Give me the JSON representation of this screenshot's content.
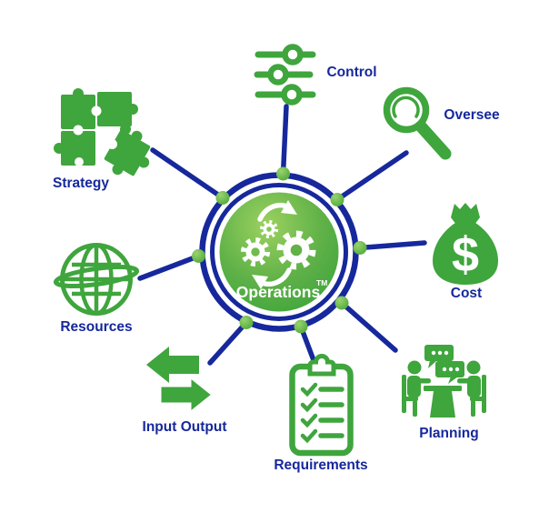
{
  "diagram": {
    "center": {
      "label": "Operations",
      "trademark": "TM",
      "icon": "gears-cycle-icon"
    },
    "nodes": [
      {
        "id": "control",
        "label": "Control",
        "icon": "sliders-icon"
      },
      {
        "id": "oversee",
        "label": "Oversee",
        "icon": "magnifier-icon"
      },
      {
        "id": "cost",
        "label": "Cost",
        "icon": "money-bag-icon",
        "currency": "$"
      },
      {
        "id": "planning",
        "label": "Planning",
        "icon": "meeting-icon"
      },
      {
        "id": "requirements",
        "label": "Requirements",
        "icon": "checklist-clipboard-icon"
      },
      {
        "id": "input-output",
        "label": "Input Output",
        "icon": "swap-arrows-icon"
      },
      {
        "id": "resources",
        "label": "Resources",
        "icon": "globe-icon"
      },
      {
        "id": "strategy",
        "label": "Strategy",
        "icon": "puzzle-icon"
      }
    ],
    "colors": {
      "icon_green": "#3FA53D",
      "navy": "#16289C",
      "hub_gradient_light": "#9CD160",
      "hub_gradient_dark": "#3CA43A",
      "connector_dot": "#5CB544",
      "white": "#FFFFFF"
    }
  }
}
